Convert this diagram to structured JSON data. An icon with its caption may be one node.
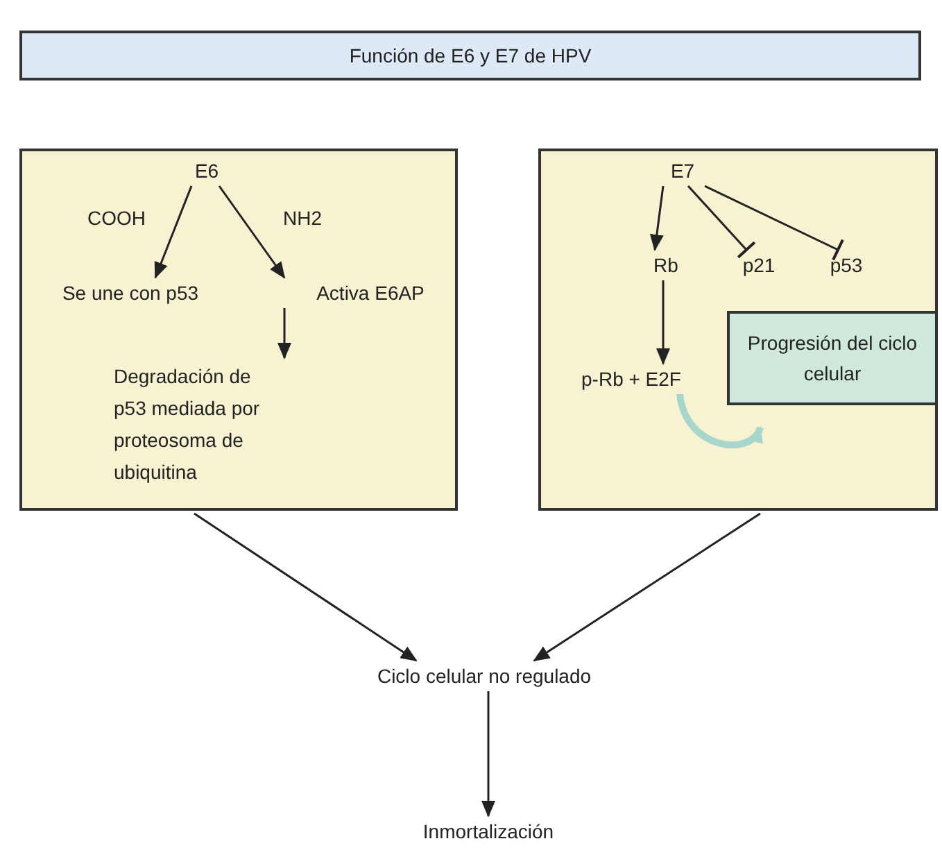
{
  "diagram": {
    "nodes": [
      {
        "text": [
          "Función de E6 y E7 de HPV"
        ]
      },
      {
        "text": [],
        "shape": "box"
      },
      {
        "text": [
          "E6"
        ],
        "in": 1
      },
      {
        "text": [
          "Se une con p53"
        ],
        "in": 1
      },
      {
        "text": [
          "Activa E6AP"
        ],
        "in": 1
      },
      {
        "text": [
          "Degradación de p53 mediada por proteosoma de ubiquitina"
        ],
        "in": 1
      },
      {
        "text": [],
        "shape": "box"
      },
      {
        "text": [
          "E7"
        ],
        "in": 6
      },
      {
        "text": [
          "Rb"
        ],
        "in": 6
      },
      {
        "text": [
          "p21"
        ],
        "in": 6
      },
      {
        "text": [
          "p53"
        ],
        "in": 6
      },
      {
        "text": [
          "p-Rb + E2F"
        ],
        "in": 6
      },
      {
        "text": [
          "Progresión del ciclo celular"
        ],
        "in": 6
      },
      {
        "text": [
          "Ciclo celular no regulado"
        ]
      },
      {
        "text": [
          "Inmortalización"
        ]
      }
    ],
    "edges": [
      {
        "from": 2,
        "to": 3,
        "arrow": "to",
        "label": "COOH"
      },
      {
        "from": 2,
        "to": 4,
        "arrow": "to",
        "label": "NH2"
      },
      {
        "from": 4,
        "to": 5,
        "arrow": "to"
      },
      {
        "from": 7,
        "to": 8,
        "arrow": "to"
      },
      {
        "from": 7,
        "to": 9,
        "arrow": "other"
      },
      {
        "from": 7,
        "to": 10,
        "arrow": "other"
      },
      {
        "from": 8,
        "to": 11,
        "arrow": "to"
      },
      {
        "from": 11,
        "to": 12,
        "arrow": "to",
        "style": "thick",
        "color": "#a9d6cc"
      },
      {
        "from": 1,
        "to": 13,
        "arrow": "to"
      },
      {
        "from": 6,
        "to": 13,
        "arrow": "to"
      },
      {
        "from": 13,
        "to": 14,
        "arrow": "to"
      }
    ]
  }
}
